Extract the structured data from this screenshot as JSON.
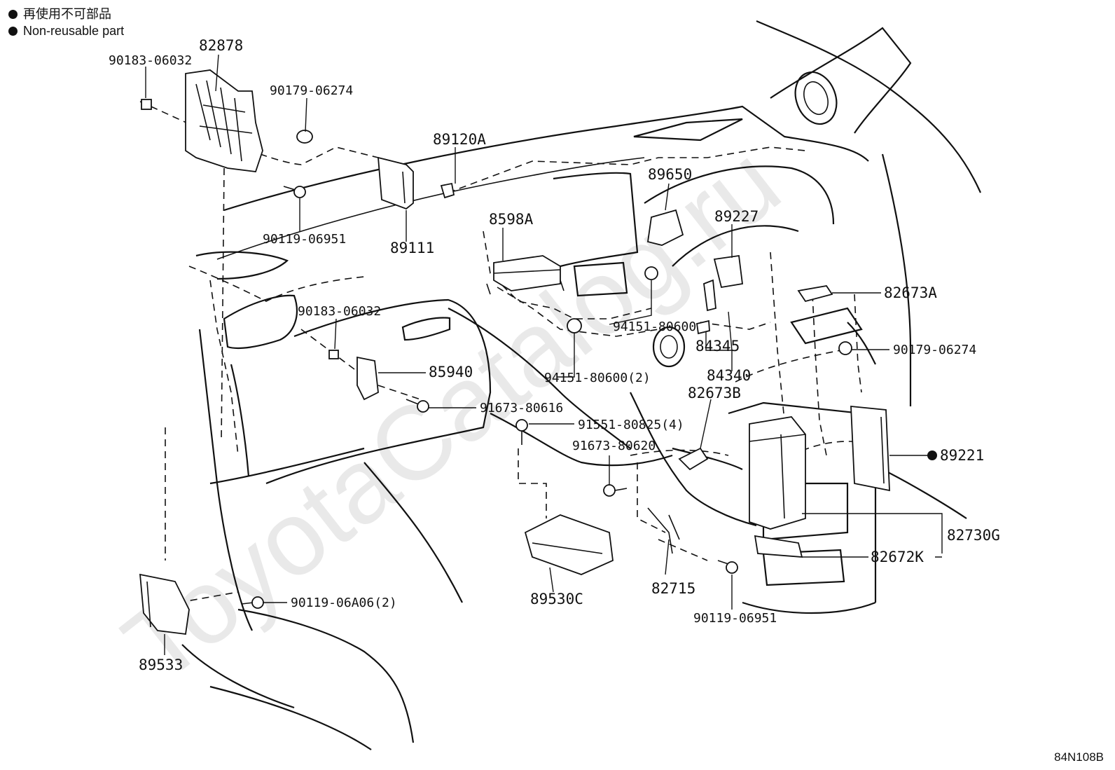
{
  "legend": {
    "line1": "再使用不可部品",
    "line2": "Non-reusable part"
  },
  "diagram_code": "84N108B",
  "watermark": "ToyotaCatalog.ru",
  "parts": {
    "p82878": "82878",
    "p90183_top": "90183-06032",
    "p90179_top": "90179-06274",
    "p90119_top": "90119-06951",
    "p89120A": "89120A",
    "p89111": "89111",
    "p8598A": "8598A",
    "p89650": "89650",
    "p89227": "89227",
    "p82673A": "82673A",
    "p90179_right": "90179-06274",
    "p90183_mid": "90183-06032",
    "p94151_a": "94151-80600",
    "p84345": "84345",
    "p85940": "85940",
    "p94151_b": "94151-80600(2)",
    "p84340": "84340",
    "p82673B": "82673B",
    "p91673_616": "91673-80616",
    "p91551": "91551-80825(4)",
    "p91673_620": "91673-80620",
    "p89221": "89221",
    "p82730G": "82730G",
    "p82672K": "82672K",
    "p90119_06A06": "90119-06A06(2)",
    "p82715": "82715",
    "p89530C": "89530C",
    "p90119_bottom": "90119-06951",
    "p89533": "89533"
  }
}
